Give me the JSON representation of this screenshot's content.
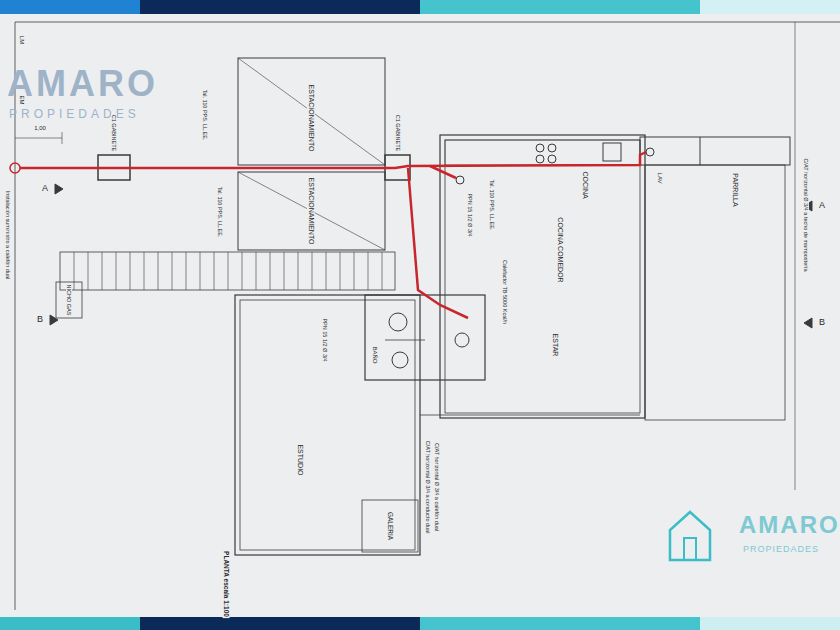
{
  "diagram": {
    "nodes": [
      {
        "text": [
          "ESTACIONAMIENTO"
        ]
      },
      {
        "text": [
          "ESTACIONAMIENTO"
        ]
      },
      {
        "text": [
          "NICHO GAS"
        ]
      },
      {
        "text": [
          "COCINA",
          "COCINA COMEDOR",
          "ESTAR"
        ]
      },
      {
        "text": [
          "PARRILLA"
        ]
      },
      {
        "text": [
          "BAÑO"
        ]
      },
      {
        "text": [
          "ESTUDIO"
        ]
      },
      {
        "text": [
          "GALERIA"
        ]
      }
    ],
    "labels": [
      "AMARO",
      "PROPIEDADES",
      "AMARO",
      "PROPIEDADES",
      "LM",
      "EM",
      "1,00",
      "A",
      "A",
      "B",
      "B",
      "Tal. 110 PPS. LL.EE.",
      "Tal. 110 PPS. LL.EE.",
      "Tal. 110 PPS. LL.EE.",
      "C1 GABINETE",
      "C1 GABINETE",
      "LAV",
      "PPN 15 1/2 Ø 3/4",
      "Calefactor TB 5000 Kcal/h",
      "C/AT horizontal Ø 3/4 a techo de mampostería",
      "C/AT horizontal Ø 3/4 a conducto dual",
      "C/AT horizontal Ø 3/4 a calefón dual",
      "PLANTA escala 1:100",
      "Instalación suministro a calefón dual",
      "PPN 15 1/2 Ø 3/4"
    ]
  }
}
